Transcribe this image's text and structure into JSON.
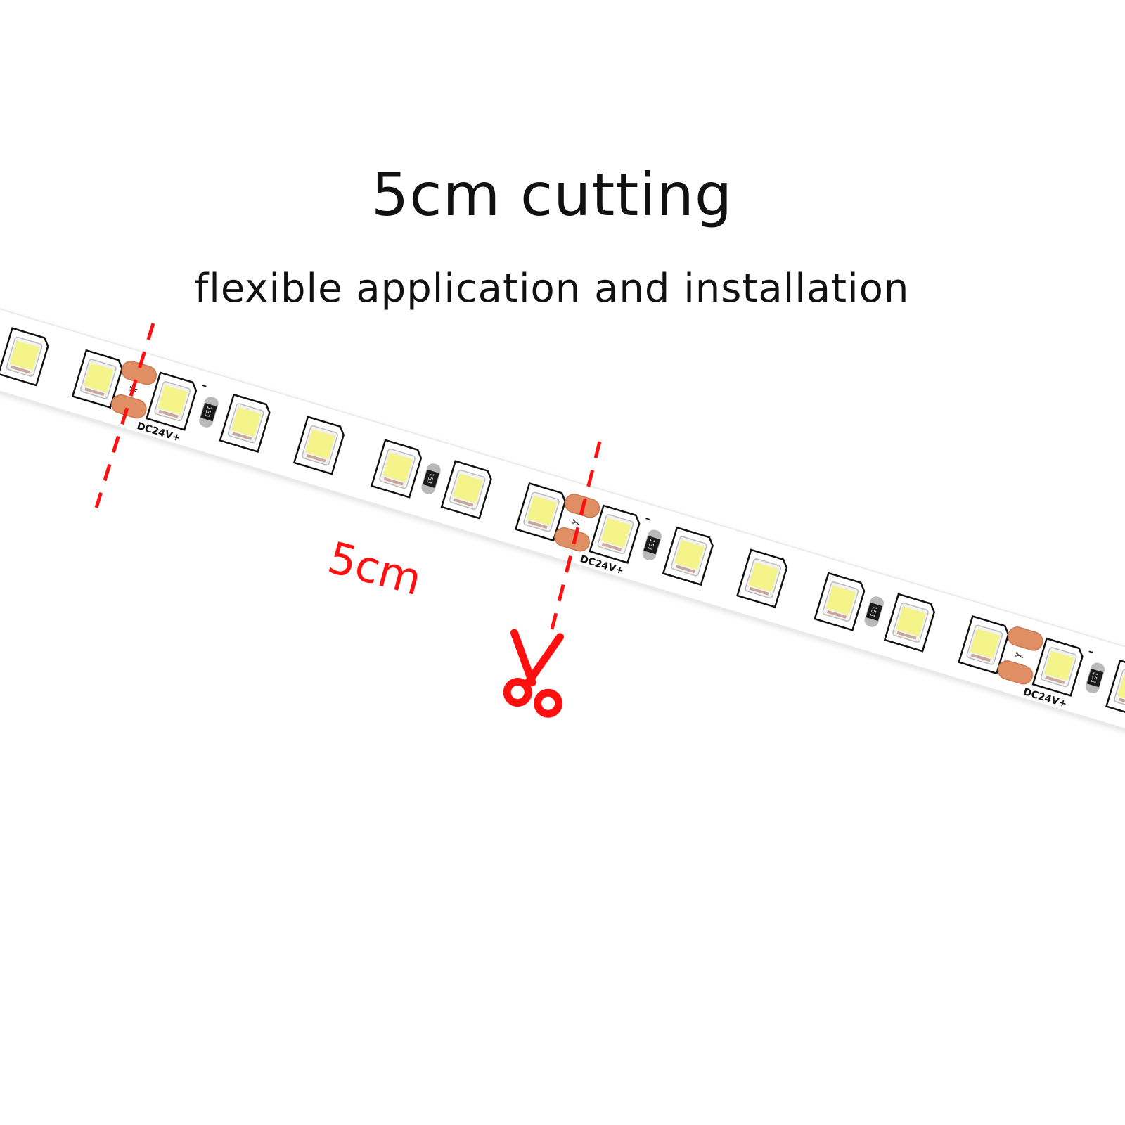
{
  "header": {
    "title": "5cm cutting",
    "subtitle": "flexible application and installation"
  },
  "annotation": {
    "segment_length_label": "5cm",
    "cut_points_marked": 2
  },
  "strip": {
    "polarity_label": "DC24V+",
    "minus_label": "–",
    "resistor_code": "151",
    "leds_per_segment": 6,
    "resistors_per_segment": 2
  },
  "colors": {
    "accent_red": "#ff1010",
    "copper_pad": "#df8f63",
    "led_yellow": "#f4f48a",
    "strip_white": "#ffffff"
  }
}
